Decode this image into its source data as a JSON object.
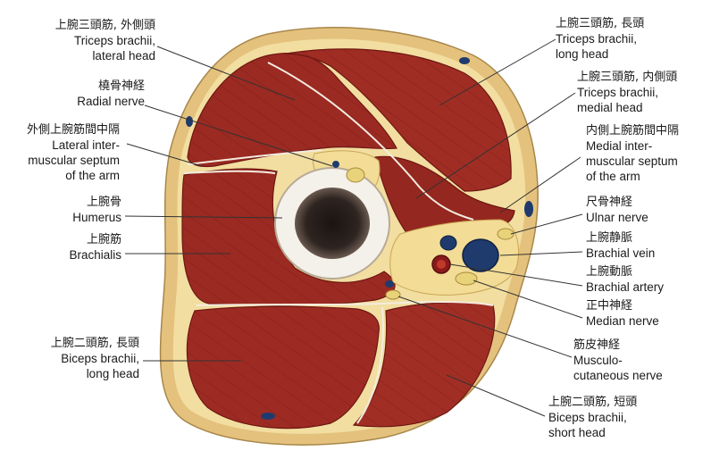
{
  "labels": {
    "triceps_lateral": {
      "jp": "上腕三頭筋, 外側頭",
      "en1": "Triceps brachii,",
      "en2": "lateral head"
    },
    "radial_nerve": {
      "jp": "橈骨神経",
      "en1": "Radial nerve"
    },
    "lateral_septum": {
      "jp": "外側上腕筋間中隔",
      "en1": "Lateral inter-",
      "en2": "muscular septum",
      "en3": "of the arm"
    },
    "humerus": {
      "jp": "上腕骨",
      "en1": "Humerus"
    },
    "brachialis": {
      "jp": "上腕筋",
      "en1": "Brachialis"
    },
    "biceps_long": {
      "jp": "上腕二頭筋, 長頭",
      "en1": "Biceps brachii,",
      "en2": "long head"
    },
    "triceps_long": {
      "jp": "上腕三頭筋, 長頭",
      "en1": "Triceps brachii,",
      "en2": "long head"
    },
    "triceps_medial": {
      "jp": "上腕三頭筋, 内側頭",
      "en1": "Triceps brachii,",
      "en2": "medial head"
    },
    "medial_septum": {
      "jp": "内側上腕筋間中隔",
      "en1": "Medial inter-",
      "en2": "muscular septum",
      "en3": "of the arm"
    },
    "ulnar_nerve": {
      "jp": "尺骨神経",
      "en1": "Ulnar nerve"
    },
    "brachial_vein": {
      "jp": "上腕静脈",
      "en1": "Brachial vein"
    },
    "brachial_artery": {
      "jp": "上腕動脈",
      "en1": "Brachial artery"
    },
    "median_nerve": {
      "jp": "正中神経",
      "en1": "Median nerve"
    },
    "musculocutaneous": {
      "jp": "筋皮神経",
      "en1": "Musculo-",
      "en2": "cutaneous nerve"
    },
    "biceps_short": {
      "jp": "上腕二頭筋, 短頭",
      "en1": "Biceps brachii,",
      "en2": "short head"
    }
  },
  "colors": {
    "skin": "#e7c98a",
    "fat": "#f3e2a6",
    "muscle": "#9b2a22",
    "muscle_dark": "#6e1712",
    "bone": "#f4f1ea",
    "marrow": "#2a2220",
    "vein": "#1f3b6e",
    "artery": "#8a1a1a",
    "nerve": "#e8d27a"
  }
}
